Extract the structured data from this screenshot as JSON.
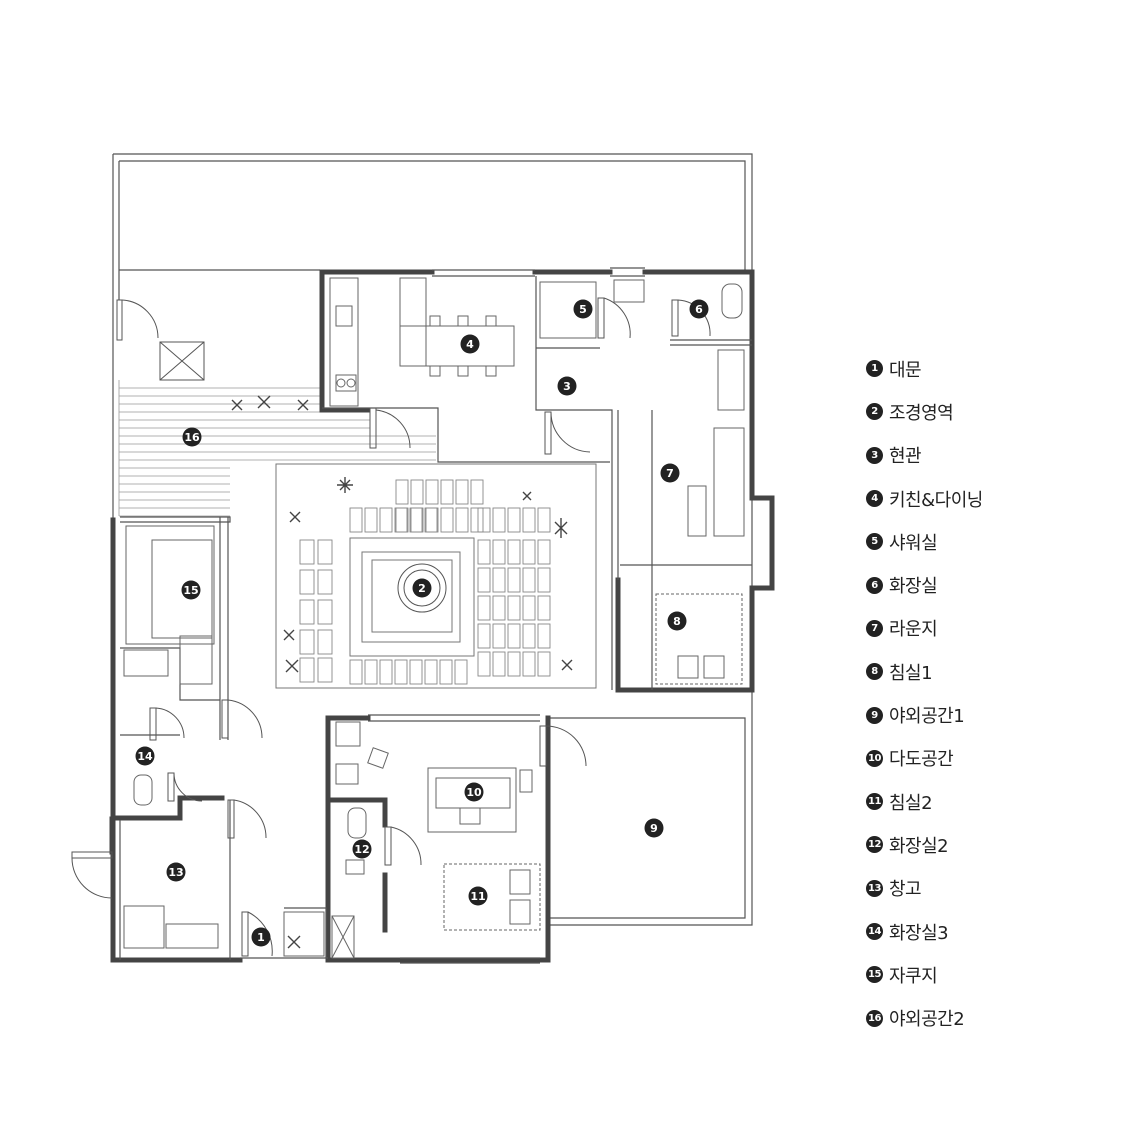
{
  "markers": [
    {
      "num": "1"
    },
    {
      "num": "2"
    },
    {
      "num": "3"
    },
    {
      "num": "4"
    },
    {
      "num": "5"
    },
    {
      "num": "6"
    },
    {
      "num": "7"
    },
    {
      "num": "8"
    },
    {
      "num": "9"
    },
    {
      "num": "10"
    },
    {
      "num": "11"
    },
    {
      "num": "12"
    },
    {
      "num": "13"
    },
    {
      "num": "14"
    },
    {
      "num": "15"
    },
    {
      "num": "16"
    }
  ],
  "legend": [
    {
      "num": "1",
      "label": "대문"
    },
    {
      "num": "2",
      "label": "조경영역"
    },
    {
      "num": "3",
      "label": "현관"
    },
    {
      "num": "4",
      "label": "키친&다이닝"
    },
    {
      "num": "5",
      "label": "샤워실"
    },
    {
      "num": "6",
      "label": "화장실"
    },
    {
      "num": "7",
      "label": "라운지"
    },
    {
      "num": "8",
      "label": "침실1"
    },
    {
      "num": "9",
      "label": "야외공간1"
    },
    {
      "num": "10",
      "label": "다도공간"
    },
    {
      "num": "11",
      "label": "침실2"
    },
    {
      "num": "12",
      "label": "화장실2"
    },
    {
      "num": "13",
      "label": "창고"
    },
    {
      "num": "14",
      "label": "화장실3"
    },
    {
      "num": "15",
      "label": "자쿠지"
    },
    {
      "num": "16",
      "label": "야외공간2"
    }
  ]
}
